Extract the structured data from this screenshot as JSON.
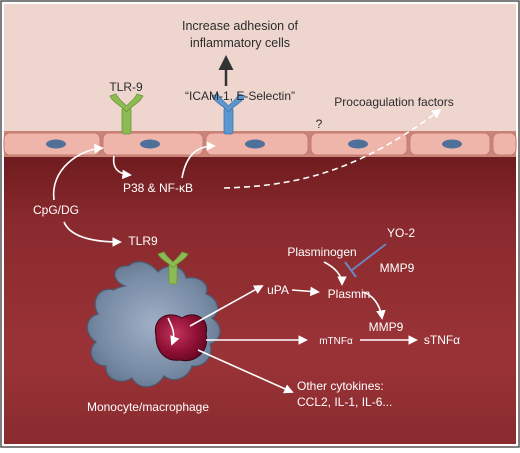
{
  "labels": {
    "increase_adhesion_line1": "Increase adhesion of",
    "increase_adhesion_line2": "inflammatory cells",
    "icam_eselectin": "“ICAM-1, E-Selectin”",
    "tlr9_endothelial": "TLR-9",
    "procoagulation": "Procoagulation factors",
    "question_mark": "?",
    "p38_nfkb": "P38 & NF-κB",
    "cpg_dg": "CpG/DG",
    "tlr9_monocyte": "TLR9",
    "plasminogen": "Plasminogen",
    "yo2": "YO-2",
    "mmp9_top": "MMP9",
    "upa": "uPA",
    "plasmin": "Plasmin",
    "mtnfa": "mTNFα",
    "mmp9_bottom": "MMP9",
    "stnfa": "sTNFα",
    "other_cytokines": "Other cytokines:",
    "cytokine_list": "CCL2, IL-1, IL-6...",
    "monocyte_macrophage": "Monocyte/macrophage"
  },
  "colors": {
    "lumen_top": "#eed6cf",
    "tissue": "#8a2a2e",
    "tissue_dark": "#5e1417",
    "endothelial_cell": "#efb5ab",
    "nucleus": "#4f7099",
    "receptor_green": "#8dbb53",
    "receptor_blue": "#5c97cf",
    "monocyte_body": "#7e93ad",
    "monocyte_nucleus": "#8e0f34",
    "inhibitor_line": "#6a86c4"
  }
}
